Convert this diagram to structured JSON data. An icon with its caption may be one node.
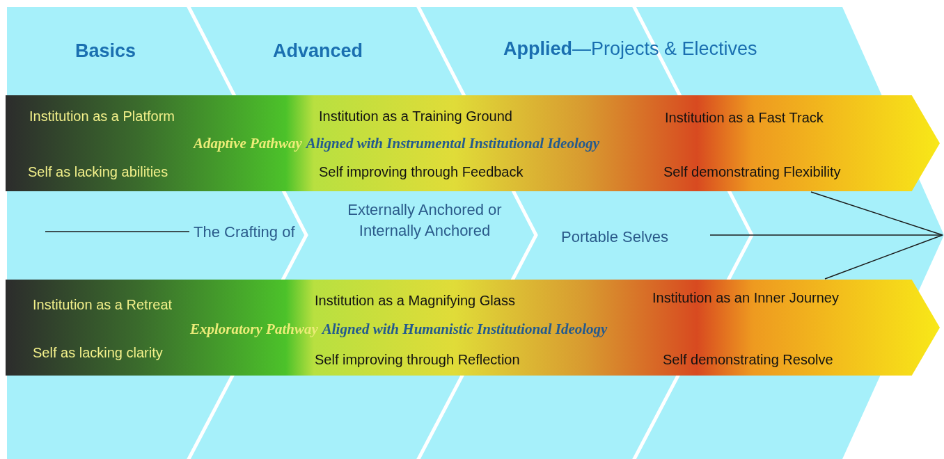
{
  "diagram": {
    "nodes": [
      {
        "text": [
          "Institution as a Platform",
          "Institution as a Training Ground",
          "Institution as a  Fast Track",
          "Adaptive Pathway",
          "Aligned with Instrumental Institutional Ideology",
          "Self as lacking abilities",
          "Self improving through Feedback",
          "Self demonstrating Flexibility"
        ]
      },
      {
        "text": [
          "The Crafting of"
        ]
      },
      {
        "text": [
          "Portable Selves"
        ]
      },
      {
        "text": [
          "Institution as a Retreat",
          "Institution as a Magnifying Glass",
          "Institution as an Inner Journey",
          "Exploratory Pathway",
          "Aligned with Humanistic Institutional Ideology",
          "Self as lacking clarity",
          "Self improving through Reflection",
          "Self demonstrating Resolve"
        ]
      }
    ],
    "edges": [
      {
        "from": null,
        "to": 1,
        "arrow": "none"
      },
      {
        "from": 2,
        "to": null,
        "arrow": "none"
      },
      {
        "from": 0,
        "to": null,
        "arrow": "none"
      },
      {
        "from": 3,
        "to": null,
        "arrow": "none"
      }
    ],
    "labels": [
      "Basics",
      "Advanced",
      "**Applied**—Projects & Electives",
      "Externally Anchored or Internally Anchored"
    ]
  }
}
